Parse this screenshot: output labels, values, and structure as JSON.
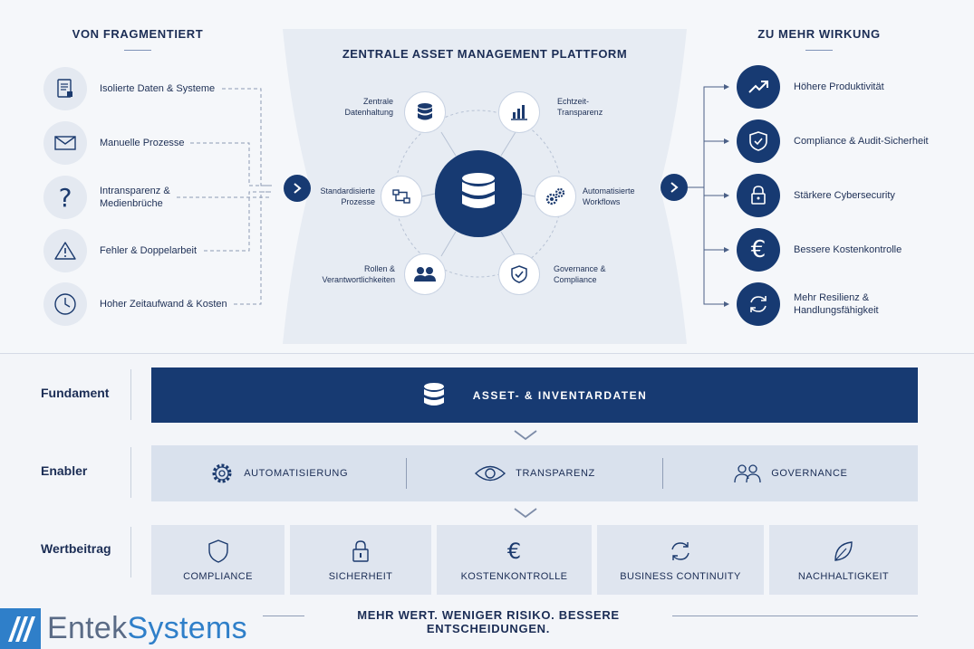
{
  "left_column": {
    "title": "VON FRAGMENTIERT",
    "items": [
      {
        "label": "Isolierte Daten & Systeme",
        "icon": "document-icon"
      },
      {
        "label": "Manuelle Prozesse",
        "icon": "mail-icon"
      },
      {
        "label": "Intransparenz &\nMedienbrüche",
        "icon": "question-icon"
      },
      {
        "label": "Fehler & Doppelarbeit",
        "icon": "warning-icon"
      },
      {
        "label": "Hoher Zeitaufwand & Kosten",
        "icon": "clock-icon"
      }
    ]
  },
  "platform": {
    "title": "ZENTRALE ASSET MANAGEMENT PLATTFORM",
    "hub_icon": "database-icon",
    "nodes": [
      {
        "label": "Zentrale\nDatenhaltung",
        "icon": "database-icon"
      },
      {
        "label": "Echtzeit-\nTransparenz",
        "icon": "bar-chart-icon"
      },
      {
        "label": "Standardisierte\nProzesse",
        "icon": "process-flow-icon"
      },
      {
        "label": "Automatisierte\nWorkflows",
        "icon": "gears-icon"
      },
      {
        "label": "Rollen &\nVerantwortlichkeiten",
        "icon": "users-icon"
      },
      {
        "label": "Governance &\nCompliance",
        "icon": "shield-check-icon"
      }
    ]
  },
  "right_column": {
    "title": "ZU MEHR WIRKUNG",
    "items": [
      {
        "label": "Höhere Produktivität",
        "icon": "trend-up-icon"
      },
      {
        "label": "Compliance & Audit-Sicherheit",
        "icon": "shield-check-icon"
      },
      {
        "label": "Stärkere Cybersecurity",
        "icon": "lock-icon"
      },
      {
        "label": "Bessere Kostenkontrolle",
        "icon": "euro-icon"
      },
      {
        "label": "Mehr Resilienz &\nHandlungsfähigkeit",
        "icon": "refresh-icon"
      }
    ]
  },
  "layers": {
    "fundament": {
      "label": "Fundament",
      "bar_text": "ASSET- & INVENTARDATEN",
      "icon": "database-icon"
    },
    "enabler": {
      "label": "Enabler",
      "items": [
        {
          "label": "AUTOMATISIERUNG",
          "icon": "gear-icon"
        },
        {
          "label": "TRANSPARENZ",
          "icon": "eye-icon"
        },
        {
          "label": "GOVERNANCE",
          "icon": "users-icon"
        }
      ]
    },
    "wertbeitrag": {
      "label": "Wertbeitrag",
      "items": [
        {
          "label": "COMPLIANCE",
          "icon": "shield-icon"
        },
        {
          "label": "SICHERHEIT",
          "icon": "lock-icon"
        },
        {
          "label": "KOSTENKONTROLLE",
          "icon": "euro-icon"
        },
        {
          "label": "BUSINESS CONTINUITY",
          "icon": "refresh-icon"
        },
        {
          "label": "NACHHALTIGKEIT",
          "icon": "leaf-icon"
        }
      ]
    }
  },
  "tagline": "MEHR WERT. WENIGER RISIKO. BESSERE ENTSCHEIDUNGEN.",
  "logo": {
    "part1": "Entek",
    "part2": "Systems"
  },
  "colors": {
    "navy": "#173a72",
    "light_circle": "#e4e9f1",
    "enabler_bg": "#d9e1ed",
    "value_bg": "#dfe5ef",
    "logo_blue": "#2f7fc9"
  }
}
